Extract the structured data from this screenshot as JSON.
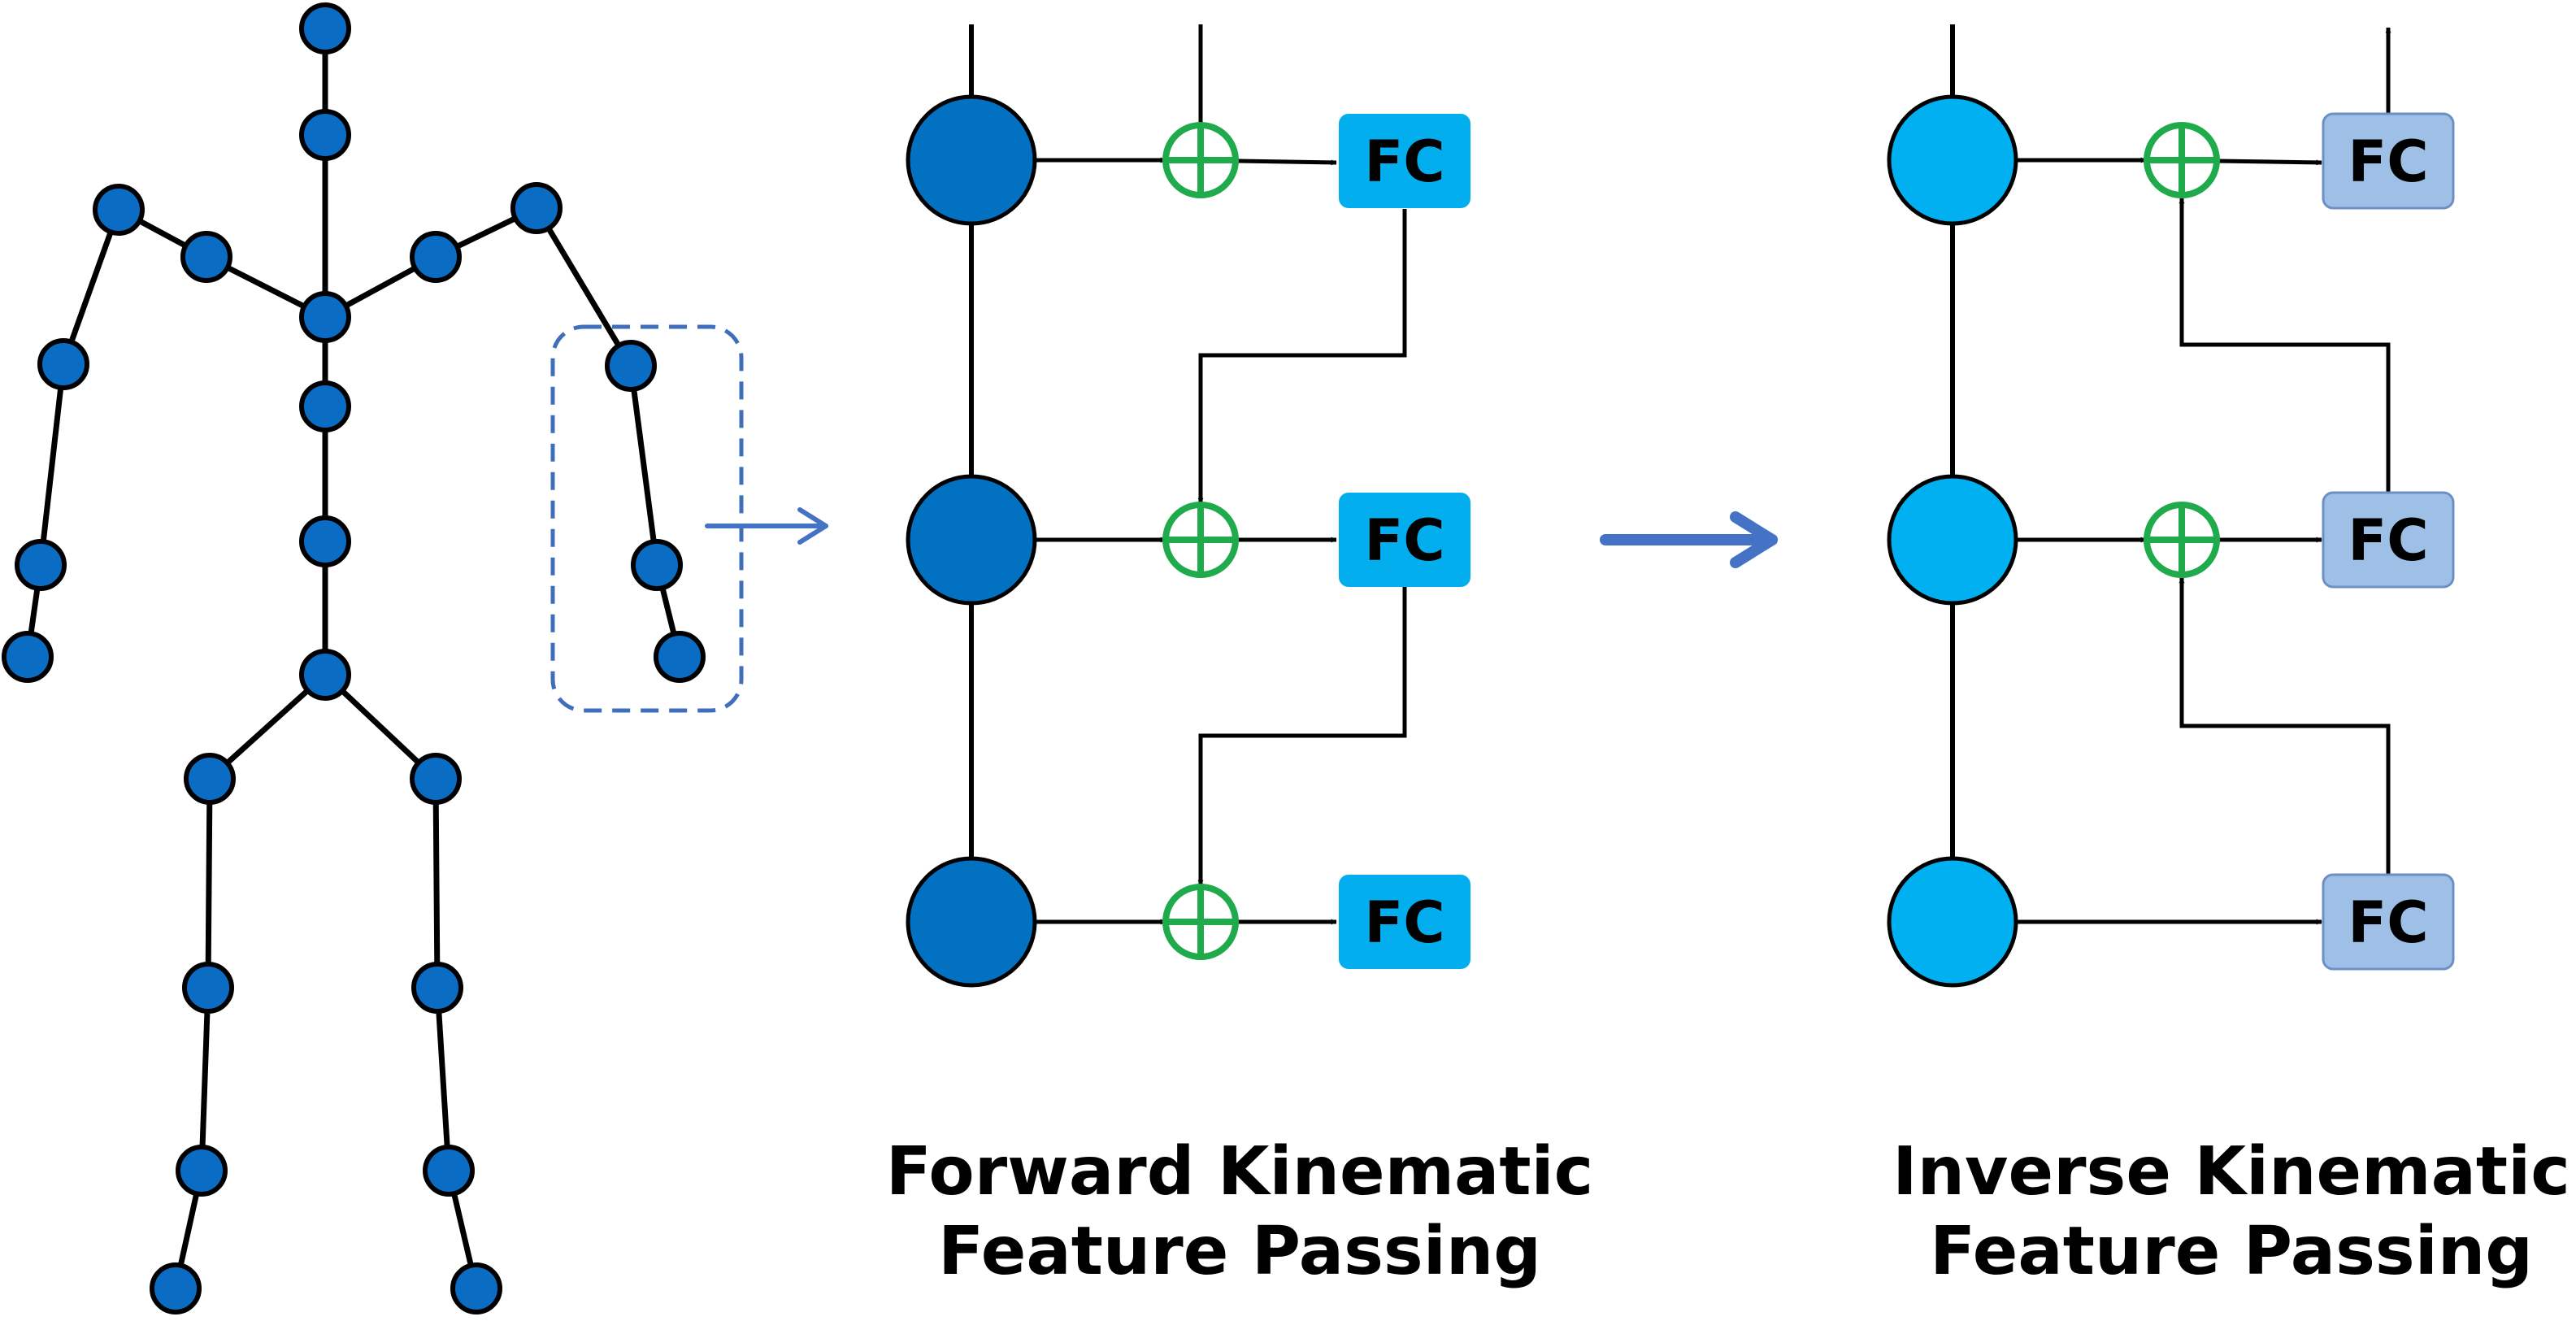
{
  "colors": {
    "joint": "#0b6cc4",
    "forward_node": "#0271c1",
    "forward_fc": "#03aeef",
    "inverse_node": "#00b0f0",
    "inverse_fc": "#9fc0e6",
    "inverse_fc_stroke": "#6d8fc4",
    "adder": "#1faa4b",
    "arrow_blue": "#4472c4",
    "dashed_box": "#3f6fba",
    "line": "#000000"
  },
  "icons": {
    "adder": "circle-plus-icon",
    "arrow": "arrow-right-icon"
  },
  "forward": {
    "fc_labels": [
      "FC",
      "FC",
      "FC"
    ],
    "caption_line1": "Forward Kinematic",
    "caption_line2": "Feature Passing"
  },
  "inverse": {
    "fc_labels": [
      "FC",
      "FC",
      "FC"
    ],
    "caption_line1": "Inverse Kinematic",
    "caption_line2": "Feature Passing"
  }
}
